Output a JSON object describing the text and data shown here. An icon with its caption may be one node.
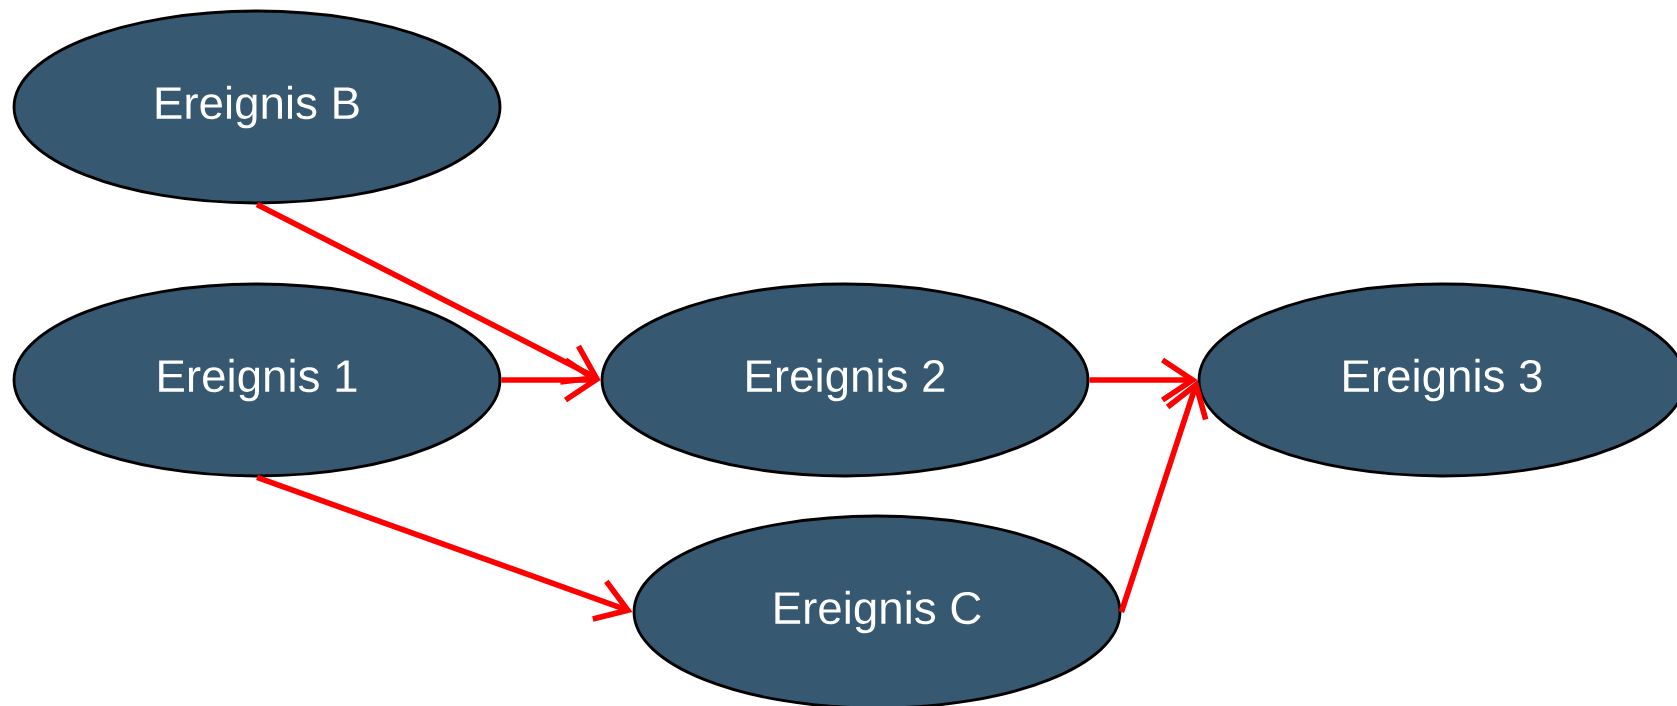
{
  "diagram": {
    "nodes": [
      {
        "text": [
          "Ereignis B"
        ]
      },
      {
        "text": [
          "Ereignis 1"
        ]
      },
      {
        "text": [
          "Ereignis 2"
        ]
      },
      {
        "text": [
          "Ereignis 3"
        ]
      },
      {
        "text": [
          "Ereignis C"
        ]
      }
    ],
    "edges": [
      {
        "from": 0,
        "to": 2,
        "arrow": "to"
      },
      {
        "from": 1,
        "to": 2,
        "arrow": "to"
      },
      {
        "from": 1,
        "to": 4,
        "arrow": "to"
      },
      {
        "from": 2,
        "to": 3,
        "arrow": "to"
      },
      {
        "from": 4,
        "to": 3,
        "arrow": "to"
      }
    ]
  }
}
